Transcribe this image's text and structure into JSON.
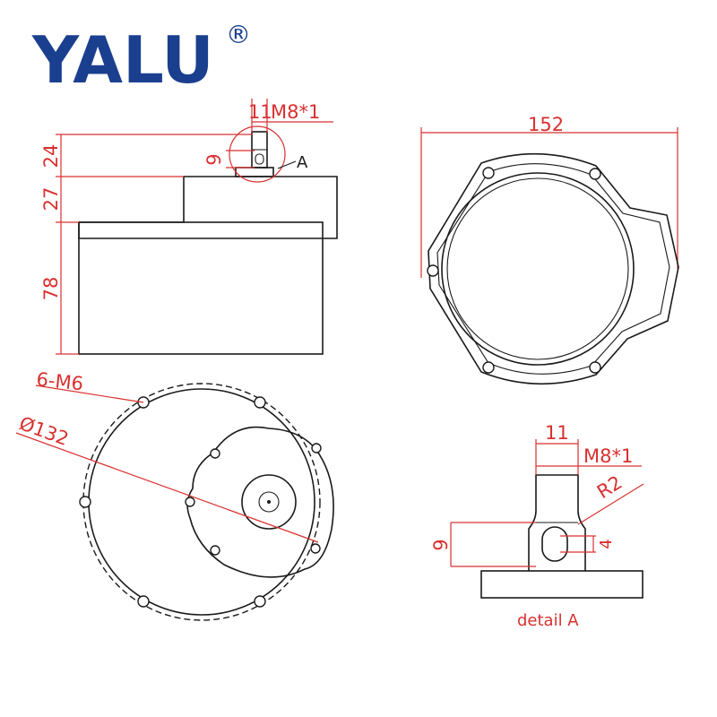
{
  "brand": {
    "name": "YALU",
    "mark": "®"
  },
  "colors": {
    "brand": "#1b3f8f",
    "dimension": "#d93030",
    "line": "#1a1a1a"
  },
  "side_view": {
    "dim_top": "24",
    "dim_mid": "27",
    "dim_bottom": "78",
    "shaft_width": "11",
    "thread": "M8*1",
    "shaft_height": "9",
    "detail_marker": "A"
  },
  "front_view": {
    "width": "152"
  },
  "bottom_view": {
    "holes": "6-M6",
    "diameter": "Ø132"
  },
  "detail_view": {
    "shaft_width": "11",
    "thread": "M8*1",
    "radius": "R2",
    "height": "9",
    "slot": "4",
    "caption": "detail A"
  }
}
